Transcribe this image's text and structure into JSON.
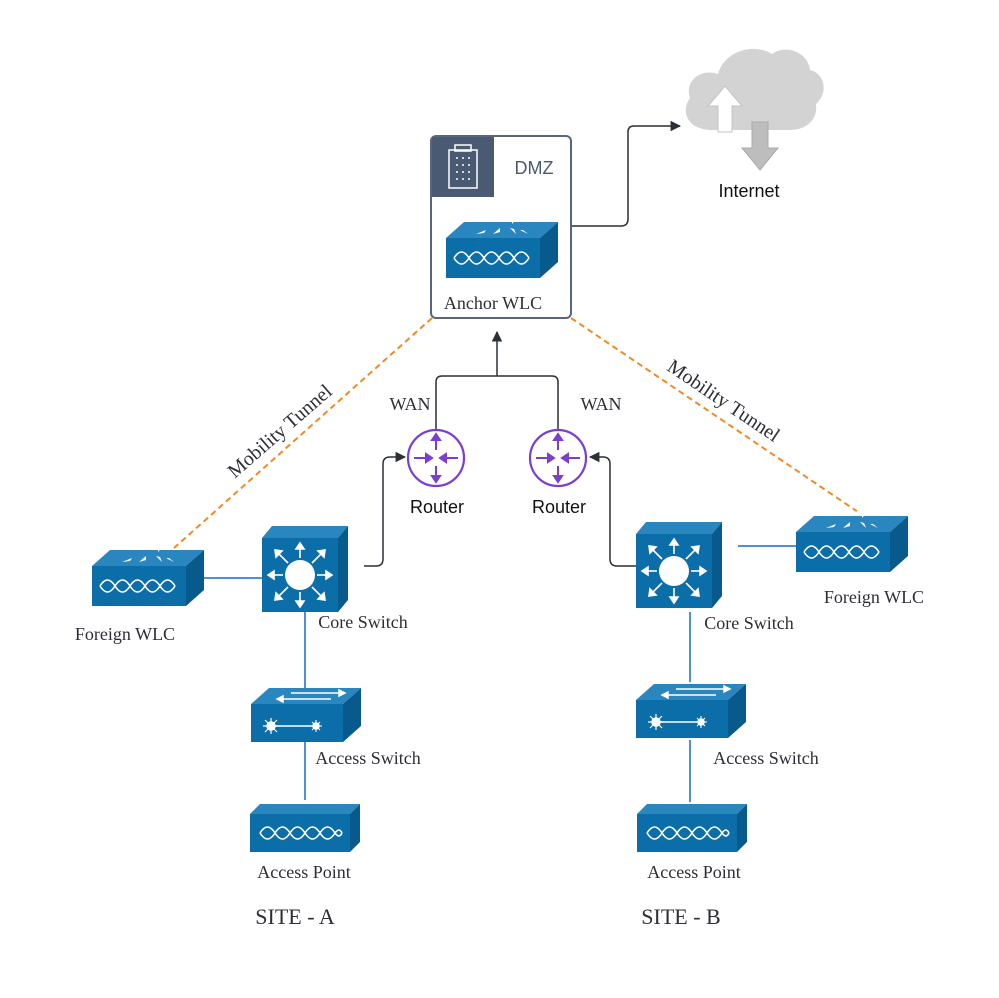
{
  "labels": {
    "dmz": "DMZ",
    "anchor_wlc": "Anchor WLC",
    "internet": "Internet",
    "wan_left": "WAN",
    "wan_right": "WAN",
    "router_left": "Router",
    "router_right": "Router",
    "tunnel_left": "Mobility Tunnel",
    "tunnel_right": "Mobility Tunnel",
    "site_a": {
      "foreign_wlc": "Foreign WLC",
      "core_switch": "Core Switch",
      "access_switch": "Access Switch",
      "access_point": "Access Point",
      "site_name": "SITE - A"
    },
    "site_b": {
      "foreign_wlc": "Foreign WLC",
      "core_switch": "Core Switch",
      "access_switch": "Access Switch",
      "access_point": "Access Point",
      "site_name": "SITE - B"
    }
  },
  "icons": {
    "cloud": "cloud-upload-download-icon",
    "building": "building-icon",
    "wlc": "wireless-lan-controller-icon",
    "router": "router-icon",
    "core_switch": "layer3-switch-icon",
    "access_switch": "workgroup-switch-icon",
    "access_point": "access-point-icon"
  },
  "colors": {
    "cisco_blue": "#0b6ea9",
    "router_purple": "#7b3fd0",
    "tunnel_orange": "#f08a24",
    "link_blue": "#4f90d6",
    "dmz_header": "#4b5a73",
    "cloud_gray": "#d3d3d3"
  }
}
